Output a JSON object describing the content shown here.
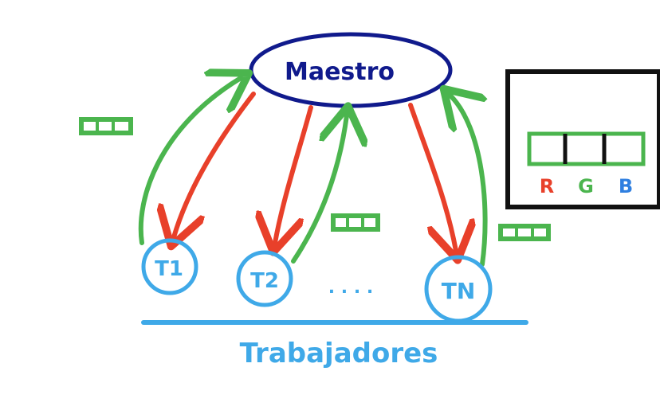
{
  "master": {
    "label": "Maestro"
  },
  "workers": {
    "nodes": [
      {
        "label": "T1"
      },
      {
        "label": "T2"
      },
      {
        "label": "TN"
      }
    ],
    "ellipsis": ". . . .",
    "group_label": "Trabajadores"
  },
  "legend": {
    "channels": [
      "R",
      "G",
      "B"
    ]
  },
  "colors": {
    "master": "#101a8c",
    "worker": "#3fa9e8",
    "send": "#e8402a",
    "return": "#4bb54e",
    "legend_frame": "#111111",
    "channel_r": "#e8402a",
    "channel_g": "#4bb54e",
    "channel_b": "#2f7fe0"
  }
}
